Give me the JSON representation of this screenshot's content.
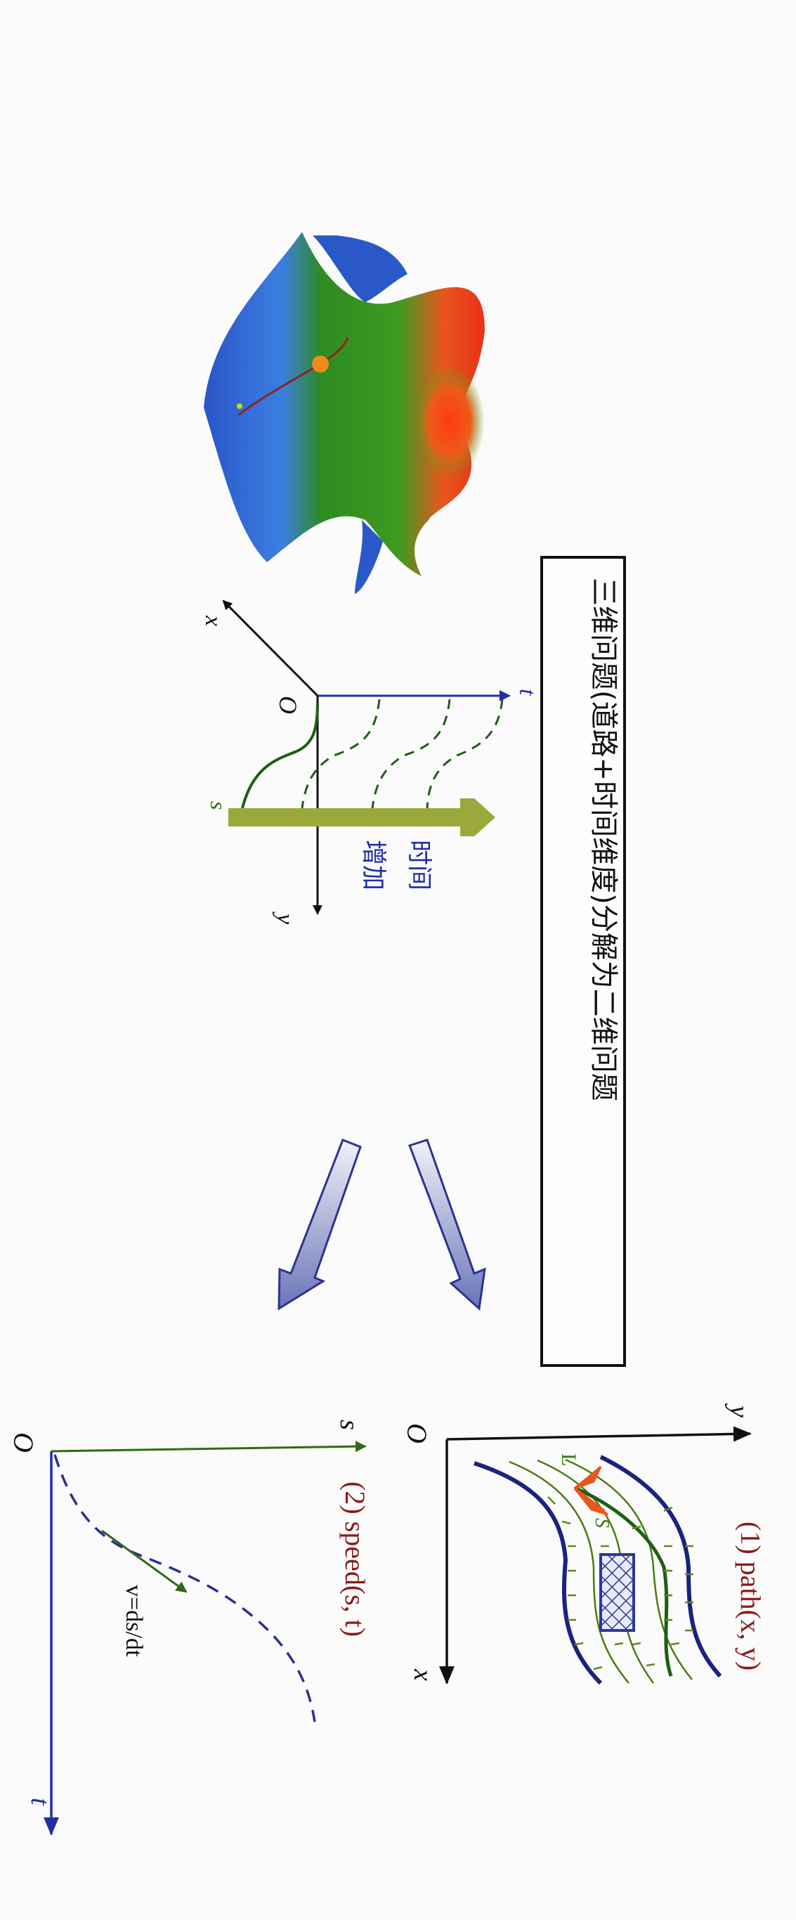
{
  "title_box": {
    "text": "三维问题(道路+时间维度)分解为二维问题"
  },
  "surface_3d": {
    "description": "3D colored surface (blue-green-red) with trajectory path and orange point",
    "colors": {
      "low": "#2f5fd0",
      "mid": "#2e8b1f",
      "high": "#e8321a",
      "point": "#f08a1e"
    }
  },
  "axes_3d": {
    "x_label": "x",
    "y_label": "y",
    "t_label": "t",
    "origin_label": "O",
    "s_label": "s",
    "time_increase_label_line1": "时间",
    "time_increase_label_line2": "增加"
  },
  "path_panel": {
    "title": "(1) path(x, y)",
    "x_label": "x",
    "y_label": "y",
    "origin_label": "O",
    "l_label": "L",
    "s_label": "S"
  },
  "speed_panel": {
    "title": "(2) speed(s, t)",
    "s_label": "s",
    "t_label": "t",
    "origin_label": "O",
    "velocity_label": "v=ds/dt"
  },
  "colors": {
    "axis": "#111111",
    "blue_axis": "#1f2fa8",
    "road_edge": "#1a237e",
    "lane_line": "#4d7a12",
    "green_path": "#1f5e14",
    "title_red": "#8b1a1a",
    "time_arrow": "#9aa83c",
    "text_blue": "#1f2fa8"
  }
}
